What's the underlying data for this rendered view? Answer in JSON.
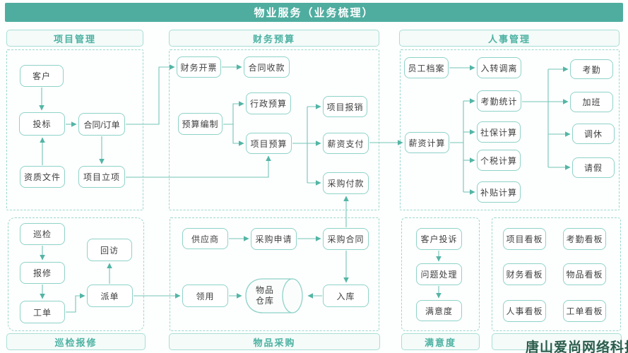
{
  "header": {
    "title": "物业服务（业务梳理）"
  },
  "watermark": {
    "text": "唐山爱尚网络科技"
  },
  "colors": {
    "banner_teal": "#4fada0",
    "section_title_teal": "#4cb2a2",
    "node_border_teal": "#8ed3c8",
    "connector_teal": "#74c5b7",
    "watermark_green": "#2b5c4c"
  },
  "sections": {
    "project": {
      "title": "项目管理",
      "nodes": {
        "customer": "客户",
        "bidding": "投标",
        "contract": "合同/订单",
        "qualification": "资质文件",
        "approval": "项目立项"
      }
    },
    "finance": {
      "title": "财务预算",
      "nodes": {
        "invoicing": "财务开票",
        "collection": "合同收款",
        "budgeting": "预算编制",
        "admin_budget": "行政预算",
        "project_budget": "项目预算",
        "reimbursement": "项目报销",
        "salary_pay": "薪资支付",
        "purchase_pay": "采购付款"
      }
    },
    "hr": {
      "title": "人事管理",
      "nodes": {
        "employee_file": "员工档案",
        "onboarding": "入转调离",
        "attendance_stats": "考勤统计",
        "social_insurance": "社保计算",
        "income_tax": "个税计算",
        "subsidy": "补贴计算",
        "salary_calc": "薪资计算",
        "attendance": "考勤",
        "overtime": "加班",
        "comp_leave": "调休",
        "leave": "请假"
      }
    },
    "inspection": {
      "title": "巡检报修",
      "nodes": {
        "patrol": "巡检",
        "revisit": "回访",
        "repair": "报修",
        "dispatch": "派单",
        "work_order": "工单"
      }
    },
    "procurement": {
      "title": "物品采购",
      "nodes": {
        "supplier": "供应商",
        "purchase_request": "采购申请",
        "purchase_contract": "采购合同",
        "requisition": "领用",
        "warehouse": "物品\n仓库",
        "inbound": "入库"
      }
    },
    "satisfaction": {
      "title": "满意度",
      "nodes": {
        "complaint": "客户投诉",
        "handling": "问题处理",
        "satisfaction": "满意度"
      }
    },
    "dashboard": {
      "title": "",
      "nodes": {
        "project_board": "项目看板",
        "attendance_board": "考勤看板",
        "finance_board": "财务看板",
        "goods_board": "物品看板",
        "hr_board": "人事看板",
        "order_board": "工单看板"
      }
    }
  }
}
